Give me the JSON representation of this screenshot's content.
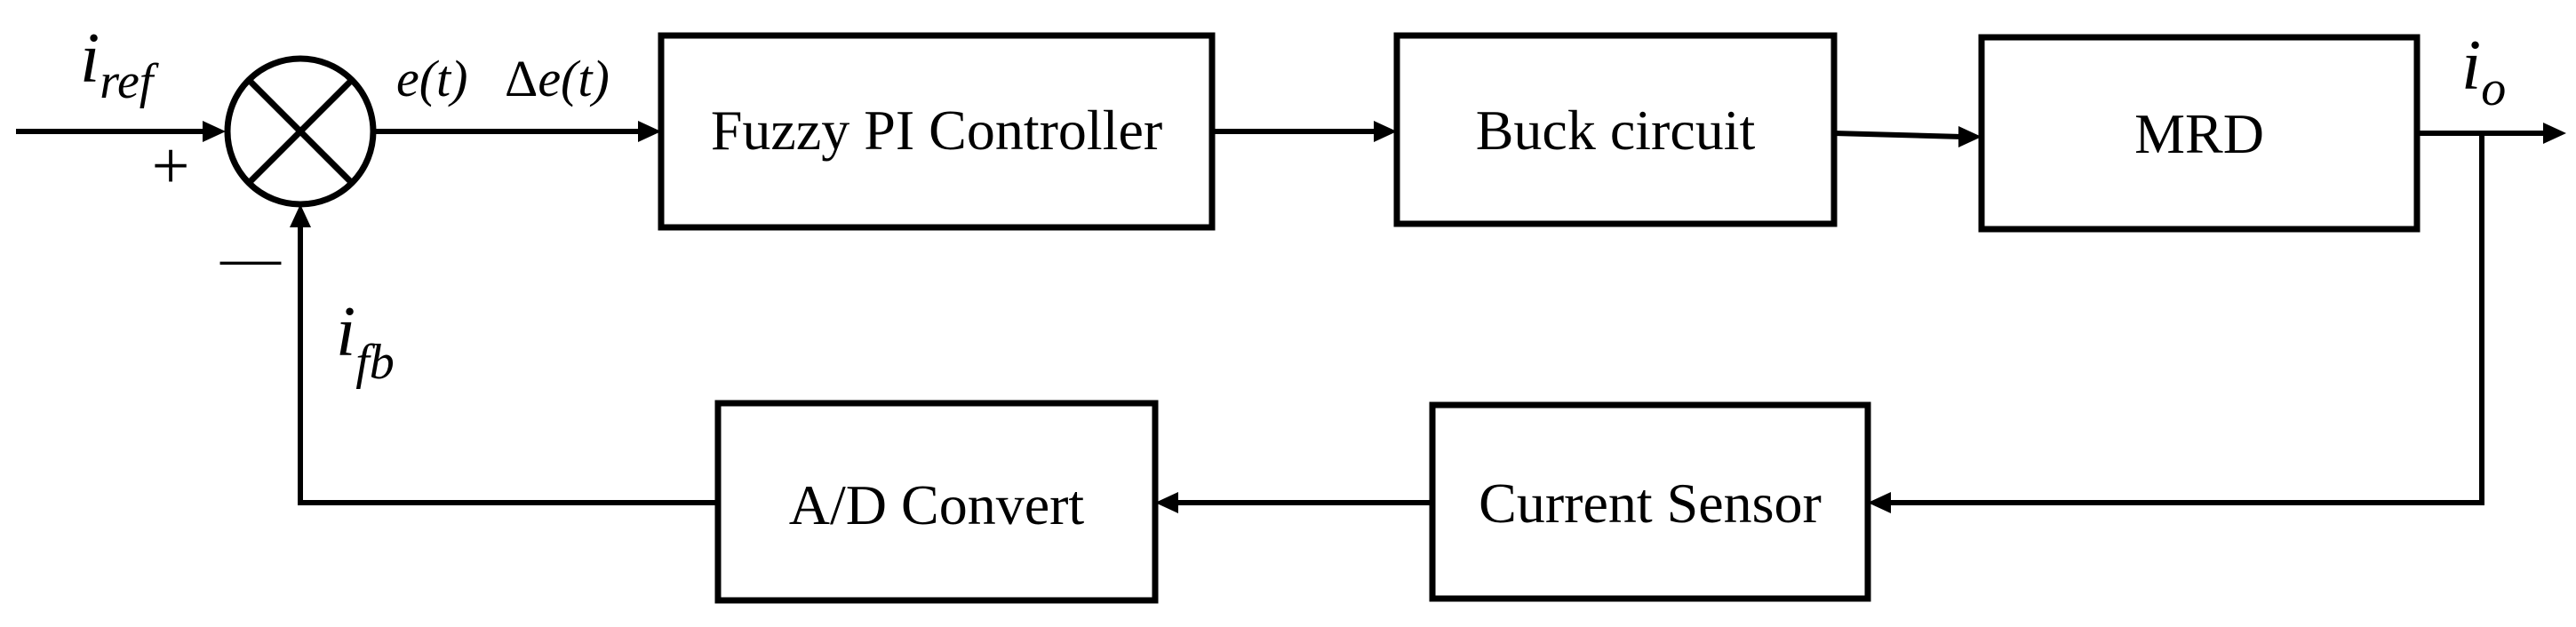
{
  "blocks": {
    "fuzzy": "Fuzzy PI Controller",
    "buck": "Buck circuit",
    "mrd": "MRD",
    "sensor": "Current Sensor",
    "adc": "A/D Convert"
  },
  "signals": {
    "i_ref_main": "i",
    "i_ref_sub": "ref",
    "i_o_main": "i",
    "i_o_sub": "o",
    "i_fb_main": "i",
    "i_fb_sub": "fb",
    "e_t": "e(t)",
    "delta": "Δ",
    "delta_e_t": "e(t)"
  },
  "signs": {
    "plus": "+",
    "minus": "—"
  }
}
